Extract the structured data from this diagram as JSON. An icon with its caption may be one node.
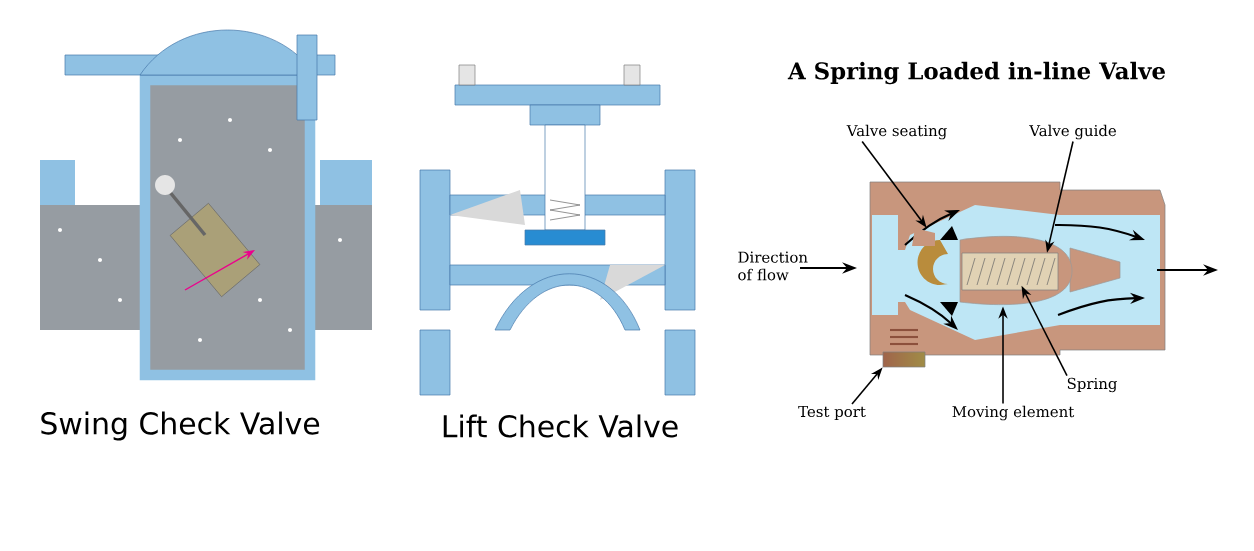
{
  "diagram": {
    "title": "A Spring Loaded in-line Valve",
    "nodes": [
      {
        "text": [
          "Valve seating"
        ]
      },
      {
        "text": [
          "Valve guide"
        ]
      },
      {
        "text": [
          "Spring"
        ]
      },
      {
        "text": [
          "Test port"
        ]
      },
      {
        "text": [
          "Moving element"
        ]
      },
      {
        "text": [],
        "shape": "picture"
      },
      {
        "text": [],
        "shape": "picture"
      },
      {
        "text": [],
        "shape": "box",
        "in": 6
      },
      {
        "text": [],
        "shape": "picture",
        "in": 7
      },
      {
        "text": [],
        "shape": "box"
      }
    ],
    "edges": [
      {
        "from": 0,
        "to": 5,
        "arrow": "to"
      },
      {
        "from": 1,
        "to": 7,
        "arrow": "to"
      },
      {
        "from": 2,
        "to": 8,
        "arrow": "to"
      },
      {
        "from": 3,
        "to": 9,
        "arrow": "to"
      },
      {
        "from": 4,
        "to": 6,
        "arrow": "to"
      }
    ],
    "labels": [
      "Swing Check Valve",
      "Lift Check Valve",
      "Direction of flow"
    ]
  }
}
